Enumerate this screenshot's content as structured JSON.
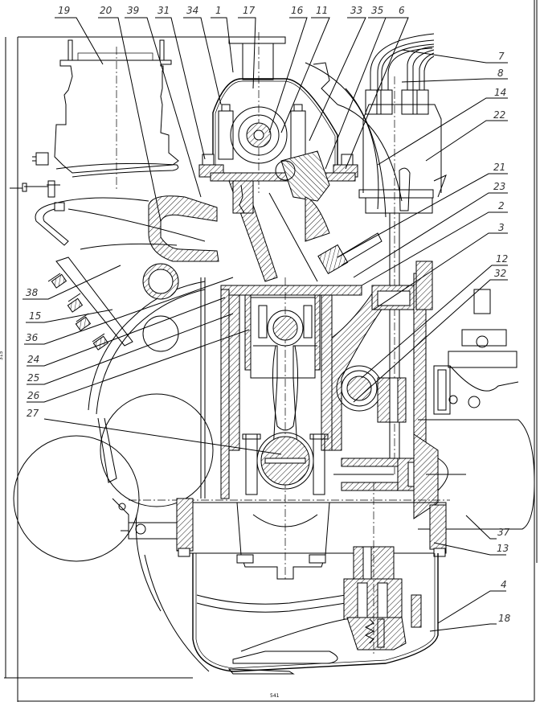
{
  "drawing": {
    "title": "Engine cross-section assembly drawing",
    "dimension_bottom": "541",
    "dimension_left": "315"
  },
  "callouts": {
    "top": [
      "19",
      "20",
      "39",
      "31",
      "34",
      "1",
      "17",
      "16",
      "11",
      "33",
      "35",
      "6"
    ],
    "right": [
      "7",
      "8",
      "14",
      "22",
      "21",
      "23",
      "2",
      "3",
      "12",
      "32",
      "37",
      "13",
      "4",
      "18"
    ],
    "left": [
      "38",
      "15",
      "36",
      "24",
      "25",
      "26",
      "27"
    ]
  }
}
